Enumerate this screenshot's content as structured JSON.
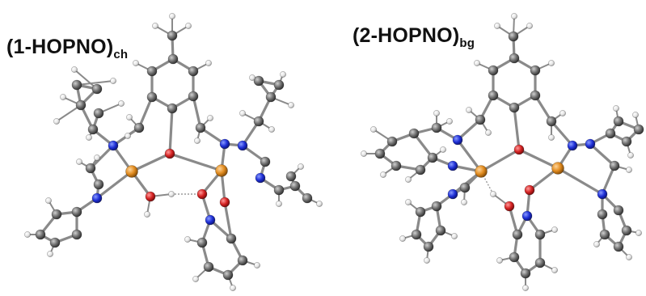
{
  "structures": [
    {
      "main": "(1-HOPNO)",
      "sub": "ch"
    },
    {
      "main": "(2-HOPNO)",
      "sub": "bg"
    }
  ],
  "colors": {
    "carbon": "#6e6e6e",
    "hydrogen": "#e4e4e4",
    "nitrogen": "#1e2fd6",
    "oxygen": "#d42222",
    "metal": "#e08a1e",
    "bond": "#8a8a8a",
    "hbond": "#9a9a9a"
  }
}
